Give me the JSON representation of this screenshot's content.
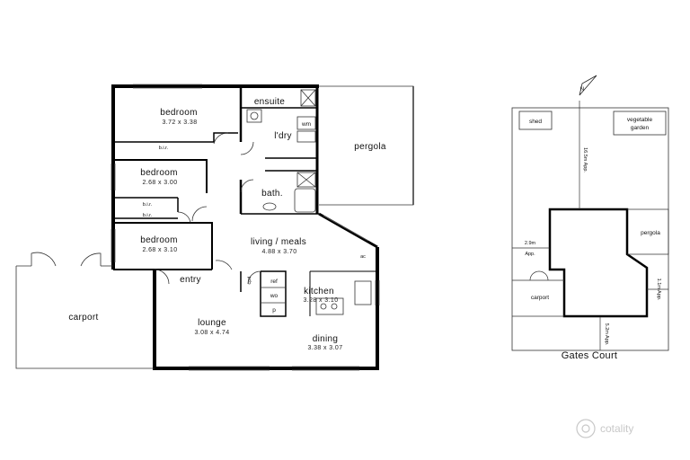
{
  "rooms": {
    "bedroom1": {
      "name": "bedroom",
      "dims": "3.72 x 3.38"
    },
    "bedroom2": {
      "name": "bedroom",
      "dims": "2.68 x 3.00"
    },
    "bedroom3": {
      "name": "bedroom",
      "dims": "2.68 x 3.10"
    },
    "ensuite": "ensuite",
    "ldry": "l'dry",
    "bath": "bath.",
    "pergola": "pergola",
    "living": {
      "name": "living / meals",
      "dims": "4.88 x 3.70"
    },
    "kitchen": {
      "name": "kitchen",
      "dims": "3.28 x 3.10"
    },
    "lounge": {
      "name": "lounge",
      "dims": "3.08 x 4.74"
    },
    "dining": {
      "name": "dining",
      "dims": "3.38 x 3.07"
    },
    "entry": "entry",
    "carport": "carport"
  },
  "fixtures": {
    "bir": "b.i.r.",
    "wm": "wm",
    "ref": "ref",
    "wo": "wo",
    "p": "p",
    "cpd": "cpd",
    "ac": "ac"
  },
  "site": {
    "shed": "shed",
    "garden_line1": "vegetable",
    "garden_line2": "garden",
    "pergola": "pergola",
    "carport": "carport",
    "rear_setback": "16.5m App.",
    "side_setback": "2.9m",
    "side_setback_app": "App.",
    "side_right": "1.1m App.",
    "front_setback": "5.2m App.",
    "street": "Gates Court",
    "north": "N"
  },
  "brand": {
    "name": "cotality",
    "color": "#c8c8c8"
  }
}
